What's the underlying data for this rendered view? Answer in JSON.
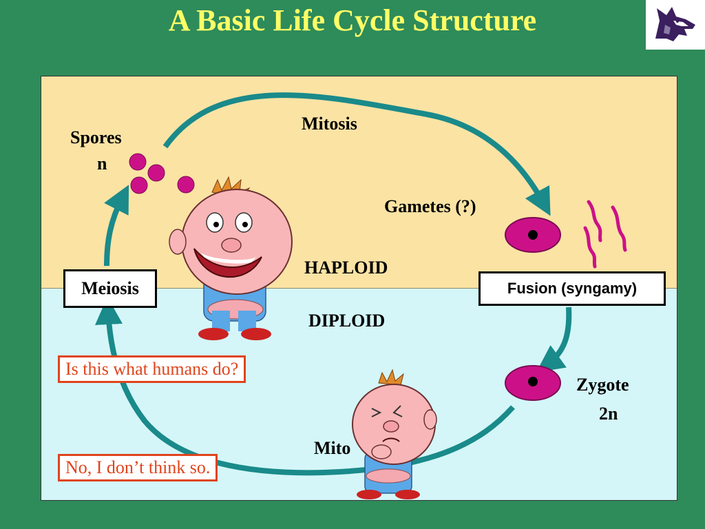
{
  "title": "A Basic Life Cycle Structure",
  "labels": {
    "spores": "Spores",
    "spores_ploidy": "n",
    "mitosis_top": "Mitosis",
    "gametes": "Gametes (?)",
    "haploid": "HAPLOID",
    "diploid": "DIPLOID",
    "meiosis": "Meiosis",
    "fusion": "Fusion (syngamy)",
    "zygote": "Zygote",
    "zygote_ploidy": "2n",
    "mitosis_bottom": "Mito"
  },
  "callouts": {
    "question": "Is this what humans do?",
    "answer": "No, I don’t think so."
  },
  "colors": {
    "background": "#2e8b5a",
    "title": "#ffff66",
    "haploid_zone": "#fbe3a4",
    "diploid_zone": "#d4f6f8",
    "arrow": "#1a8a8a",
    "cell": "#cc1188",
    "callout": "#e0441c"
  },
  "icons": [
    "husky-logo-icon",
    "spore-icon",
    "egg-cell-icon",
    "sperm-icon",
    "zygote-icon",
    "happy-boy-icon",
    "thinking-boy-icon"
  ]
}
